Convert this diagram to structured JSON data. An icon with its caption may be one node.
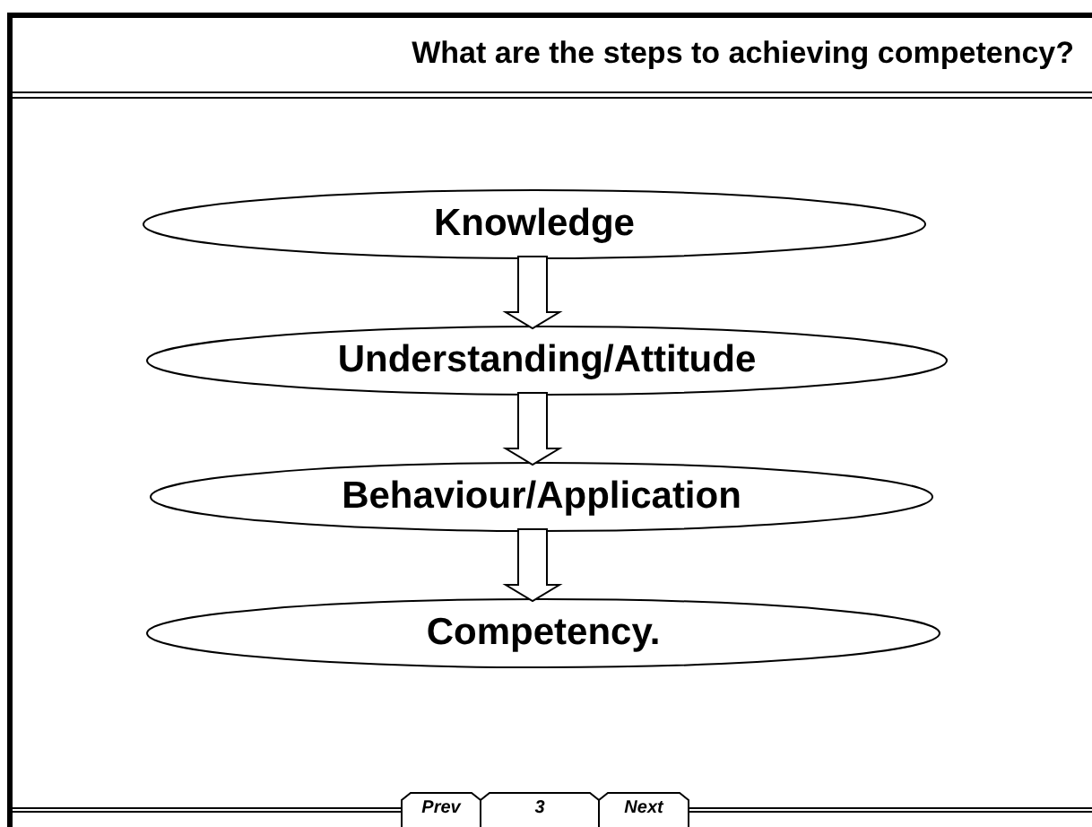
{
  "diagram": {
    "title": "What are the steps to achieving competency?",
    "nodes": [
      {
        "text": [
          "Knowledge"
        ]
      },
      {
        "text": [
          "Understanding/Attitude"
        ]
      },
      {
        "text": [
          "Behaviour/Application"
        ]
      },
      {
        "text": [
          "Competency."
        ]
      }
    ],
    "edges": [
      {
        "from": 0,
        "to": 1,
        "arrow": "to"
      },
      {
        "from": 1,
        "to": 2,
        "arrow": "to"
      },
      {
        "from": 2,
        "to": 3,
        "arrow": "to"
      }
    ],
    "labels": [
      "Prev",
      "3",
      "Next"
    ]
  }
}
